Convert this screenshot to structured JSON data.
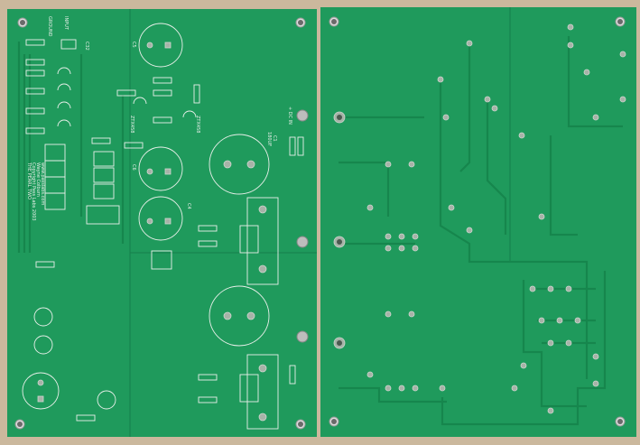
{
  "colors": {
    "board": "#1f9a5c",
    "background": "#cbb89d",
    "silkscreen": "#e8efe9",
    "trace": "#16864d"
  },
  "left_board": {
    "labels": {
      "ground": "GROUND",
      "input": "INPUT",
      "c32": "C32",
      "c5": "C5",
      "c1": "C1",
      "c4": "C4",
      "c6": "C6",
      "dc_in": "+ DC IN",
      "zetex1": "ZTX458",
      "zetex2": "ZTX458",
      "c1_value": "180UF",
      "copyright": "Copyright Pass Labs 2003",
      "credit": "Wayne Colburn",
      "site": "www.passlabs.com",
      "model": "THE PEARL TWO"
    }
  },
  "right_board": {
    "labels": {}
  }
}
